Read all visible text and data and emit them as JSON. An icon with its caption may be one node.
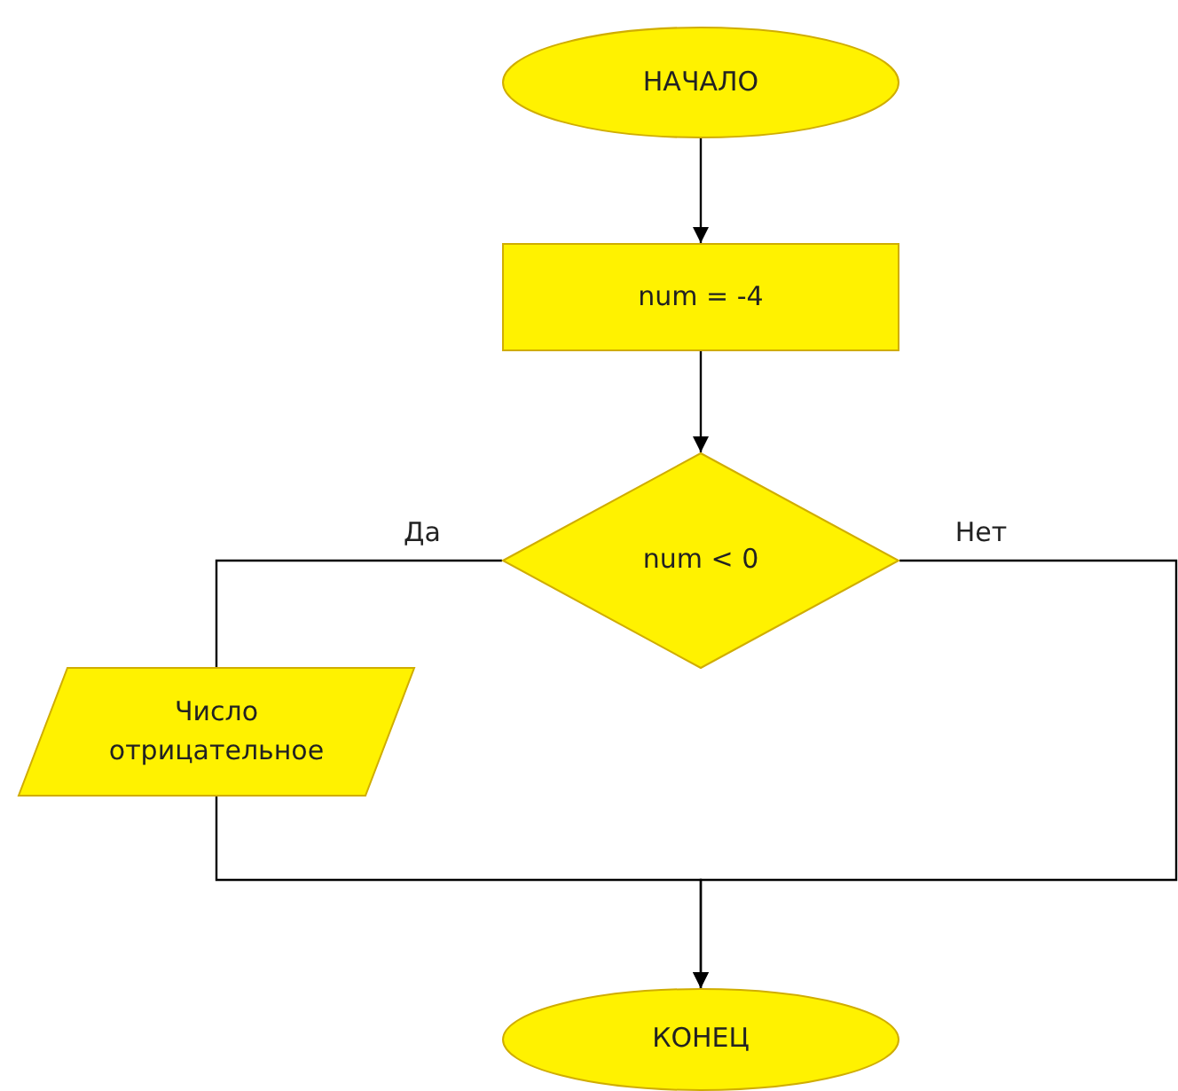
{
  "diagram": {
    "nodes": [
      {
        "text": [
          "НАЧАЛО"
        ]
      },
      {
        "text": [
          "num = -4"
        ]
      },
      {
        "text": [
          "num < 0"
        ]
      },
      {
        "text": [
          "Число отрицательное"
        ]
      },
      {
        "text": [
          "КОНЕЦ"
        ]
      }
    ],
    "edges": [
      {
        "from": 0,
        "to": 1,
        "arrow": "to"
      },
      {
        "from": 1,
        "to": 2,
        "arrow": "to"
      },
      {
        "from": 2,
        "to": 3,
        "arrow": "none",
        "label": "Да"
      },
      {
        "from": 3,
        "to": 4,
        "arrow": "to"
      },
      {
        "from": 2,
        "to": 4,
        "arrow": "to",
        "label": "Нет"
      }
    ]
  }
}
